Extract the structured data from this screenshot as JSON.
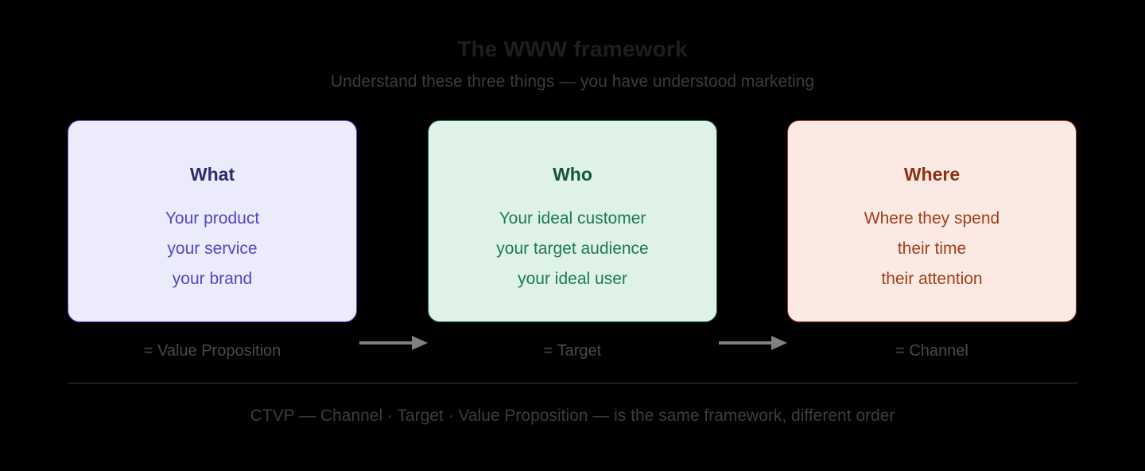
{
  "header": {
    "title": "The WWW framework",
    "subtitle": "Understand these three things — you have understood marketing"
  },
  "colors": {
    "background": "#000000",
    "title_text": "#1e1e1e",
    "subtitle_text": "#3b3b3b",
    "caption_text": "#4a4a4a",
    "footer_text": "#3c3c3c",
    "divider": "#3a3a3a",
    "arrow": "#808080",
    "what_fill": "#ECEBFB",
    "what_border": "#5B4FCF",
    "what_title": "#2E2A6E",
    "what_body": "#5147C8",
    "who_fill": "#DEF2E8",
    "who_border": "#1C6C4B",
    "who_title": "#14563A",
    "who_body": "#1D7A55",
    "where_fill": "#FAEAE3",
    "where_border": "#9C3A16",
    "where_title": "#8C3112",
    "where_body": "#A63D18"
  },
  "steps": [
    {
      "title": "What",
      "line1": "Your product",
      "line2": "your service",
      "line3": "your brand",
      "caption": "= Value Proposition"
    },
    {
      "title": "Who",
      "line1": "Your ideal customer",
      "line2": "your target audience",
      "line3": "your ideal user",
      "caption": "= Target"
    },
    {
      "title": "Where",
      "line1": "Where they spend",
      "line2": "their time",
      "line3": "their attention",
      "caption": "= Channel"
    }
  ],
  "footer": {
    "note": "CTVP — Channel · Target · Value Proposition — is the same framework, different order"
  }
}
